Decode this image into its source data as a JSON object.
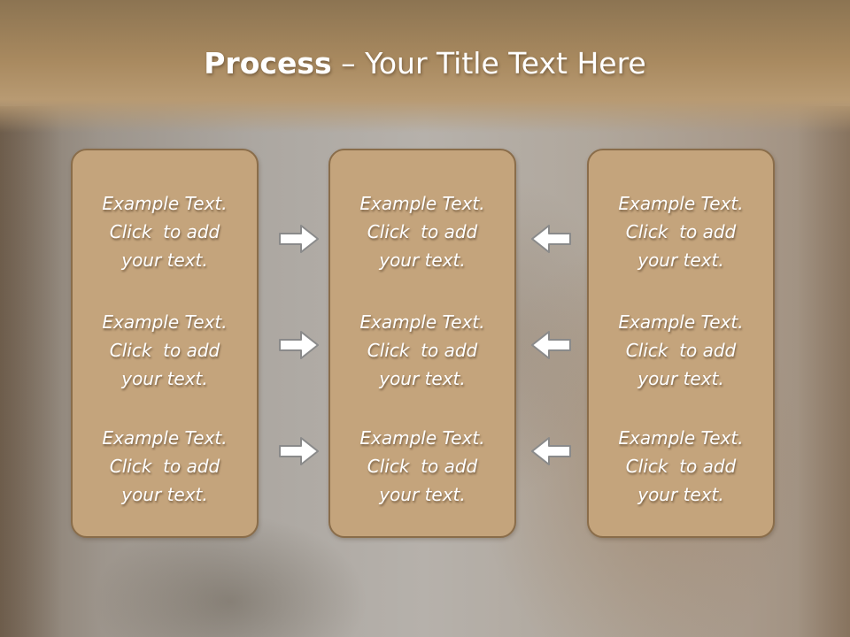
{
  "title": {
    "strong": "Process",
    "rest": " – Your Title Text Here"
  },
  "columns": [
    {
      "items": [
        {
          "line1": "Example Text.",
          "line2": "Click  to add",
          "line3": "your text."
        },
        {
          "line1": "Example Text.",
          "line2": "Click  to add",
          "line3": "your text."
        },
        {
          "line1": "Example Text.",
          "line2": "Click  to add",
          "line3": "your text."
        }
      ]
    },
    {
      "items": [
        {
          "line1": "Example Text.",
          "line2": "Click  to add",
          "line3": "your text."
        },
        {
          "line1": "Example Text.",
          "line2": "Click  to add",
          "line3": "your text."
        },
        {
          "line1": "Example Text.",
          "line2": "Click  to add",
          "line3": "your text."
        }
      ]
    },
    {
      "items": [
        {
          "line1": "Example Text.",
          "line2": "Click  to add",
          "line3": "your text."
        },
        {
          "line1": "Example Text.",
          "line2": "Click  to add",
          "line3": "your text."
        },
        {
          "line1": "Example Text.",
          "line2": "Click  to add",
          "line3": "your text."
        }
      ]
    }
  ],
  "arrows": {
    "left_group": "arrow-right-icon",
    "right_group": "arrow-left-icon"
  },
  "colors": {
    "box_fill": "#c4a47c",
    "box_border": "#8a6d4a",
    "title_band": "#a8895f",
    "text": "#ffffff"
  }
}
